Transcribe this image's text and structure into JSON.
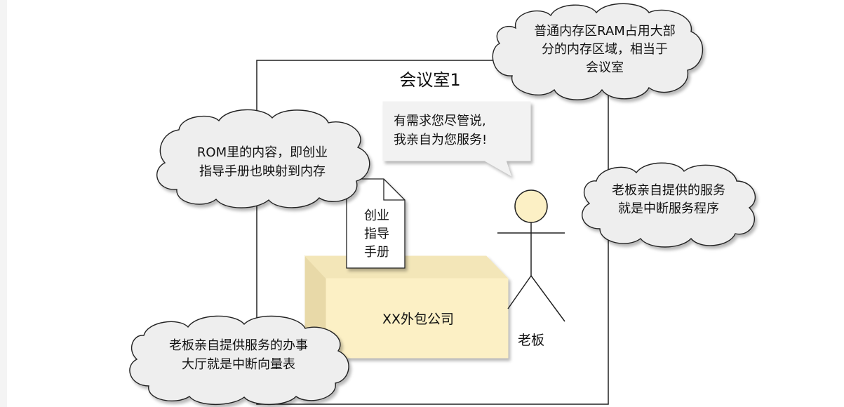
{
  "diagram": {
    "room": {
      "title": "会议室1"
    },
    "company_box": {
      "label": "XX外包公司"
    },
    "manual_doc": {
      "lines": [
        "创业",
        "指导",
        "手册"
      ]
    },
    "speech_note": {
      "lines": [
        "有需求您尽管说,",
        "我亲自为您服务!"
      ]
    },
    "actor": {
      "name": "老板"
    },
    "clouds": {
      "ram": {
        "lines": [
          "普通内存区RAM占用大部",
          "分的内存区域，相当于",
          "会议室"
        ]
      },
      "rom": {
        "lines": [
          "ROM里的内容，即创业",
          "指导手册也映射到内存"
        ]
      },
      "isr": {
        "lines": [
          "老板亲自提供的服务",
          "就是中断服务程序"
        ]
      },
      "vector": {
        "lines": [
          "老板亲自提供服务的办事",
          "大厅就是中断向量表"
        ]
      }
    },
    "colors": {
      "box_front": "#fcf0c5",
      "box_side": "#e8d9a8",
      "box_top": "#f3e6b8",
      "head_fill": "#fcf0c5",
      "cloud_fill": "#eeeeee",
      "note_fill": "#f2f2f2",
      "stroke": "#222222"
    }
  }
}
